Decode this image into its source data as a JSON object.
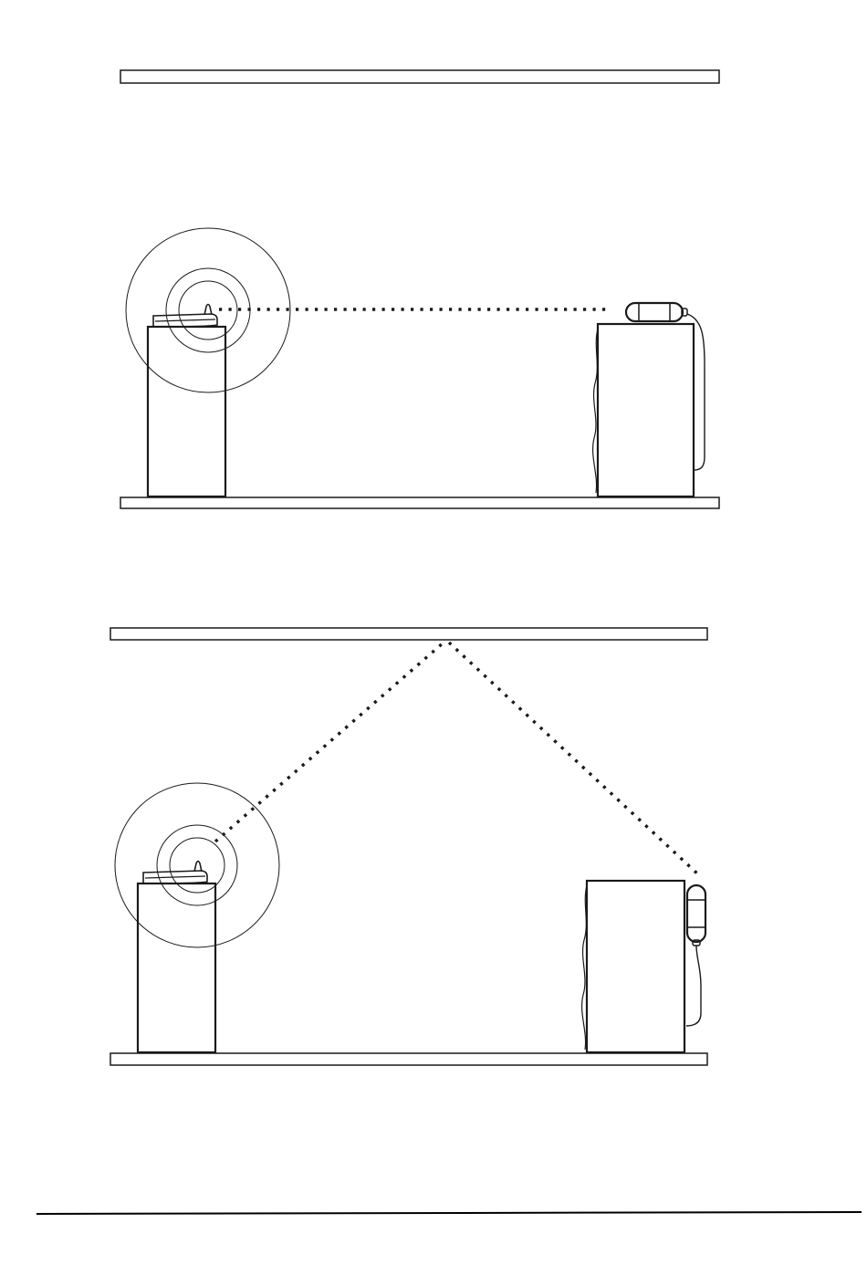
{
  "colors": {
    "line": "#1a1a1a",
    "background": "#ffffff"
  },
  "figures": [
    {
      "id": "direct-path",
      "signal_path": "direct"
    },
    {
      "id": "ceiling-reflection",
      "signal_path": "reflected"
    }
  ],
  "icons": {
    "transmitter": "wireless-transmitter-icon",
    "receiver": "receiver-unit-icon",
    "signal_waves": "signal-rings-icon"
  }
}
